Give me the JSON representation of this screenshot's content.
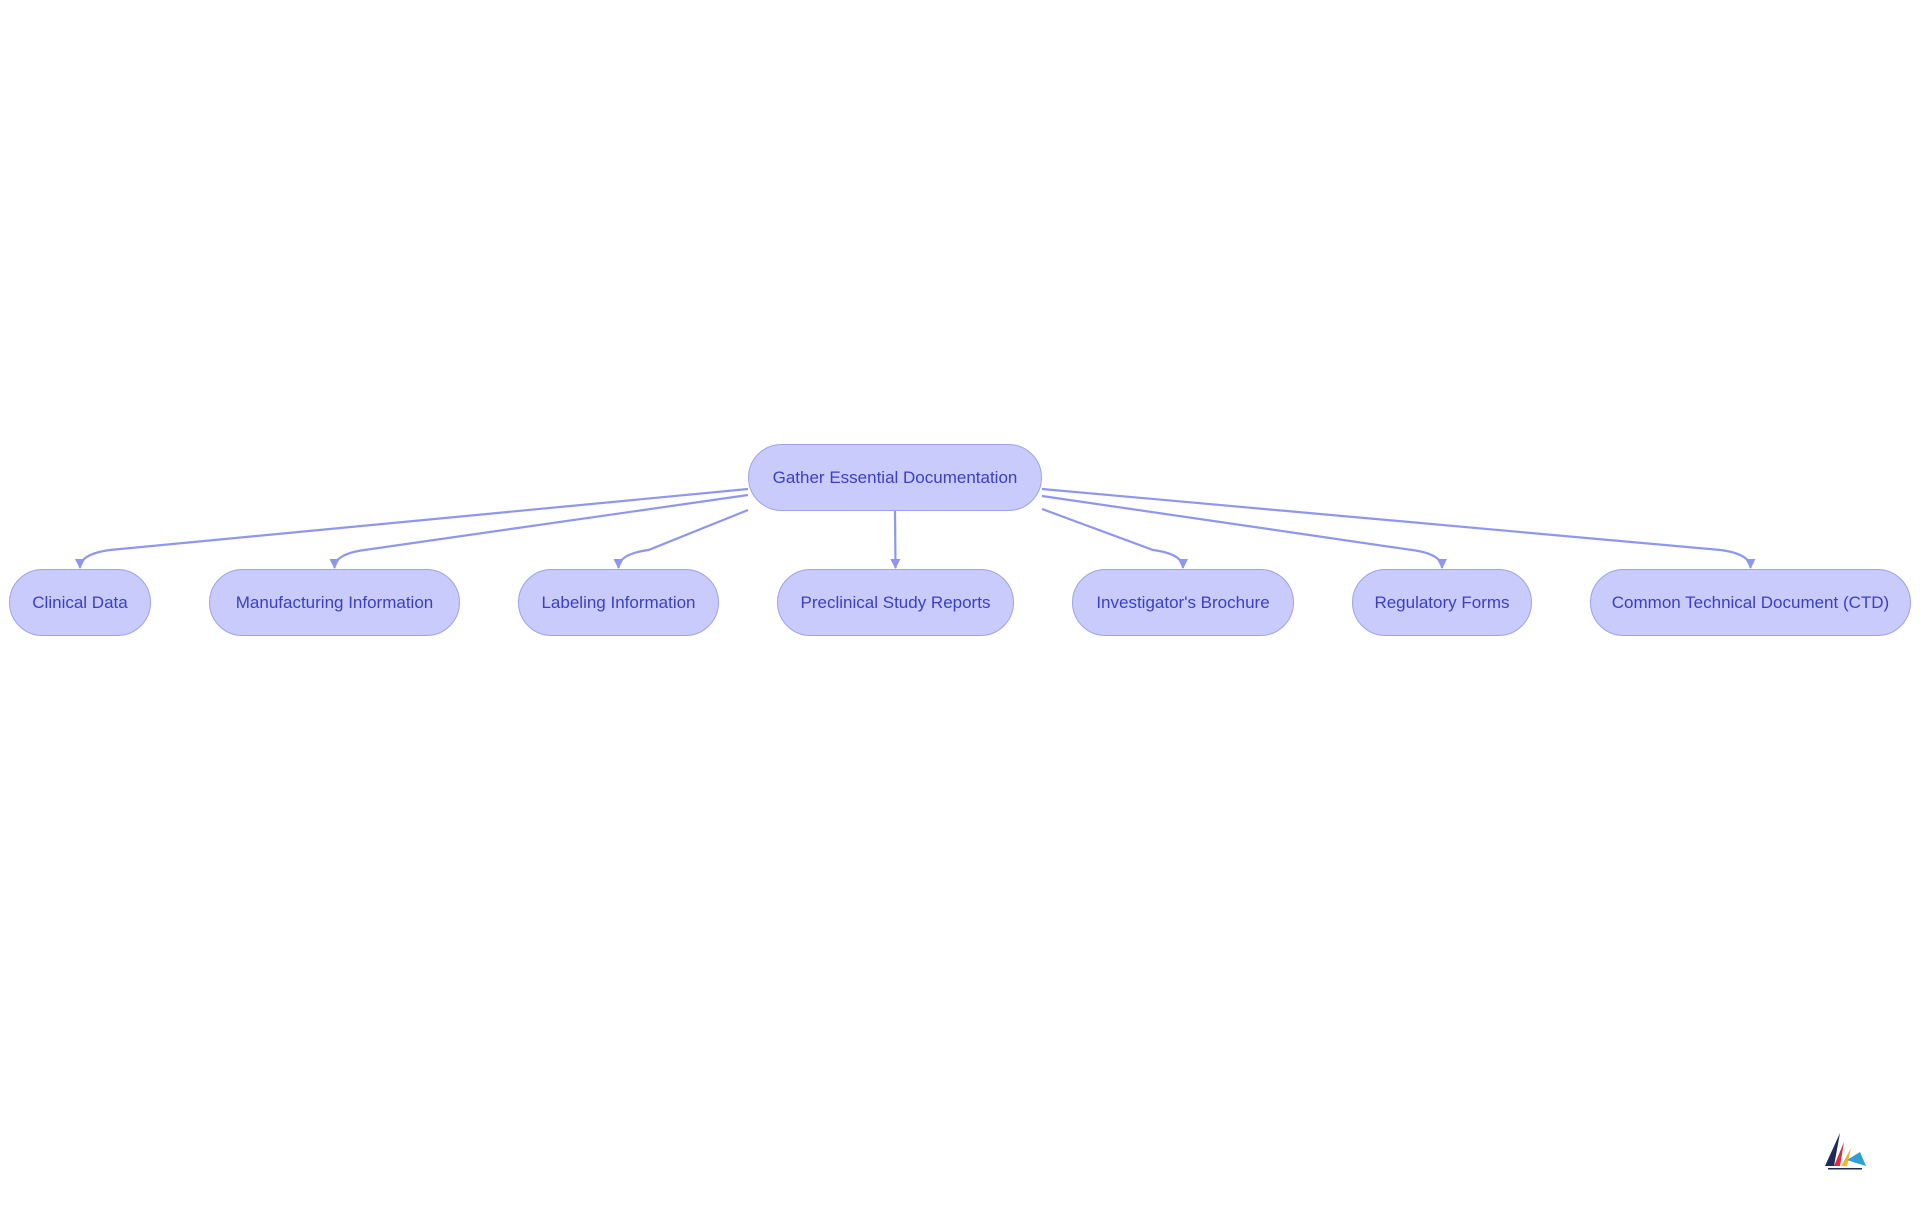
{
  "colors": {
    "node_fill": "#c8cbfb",
    "node_border": "#9da3ea",
    "node_text": "#3b3fc4",
    "edge": "#8f96ee",
    "background": "#ffffff"
  },
  "diagram": {
    "root": {
      "id": "root",
      "label": "Gather Essential Documentation"
    },
    "children": [
      {
        "id": "clinical-data",
        "label": "Clinical Data"
      },
      {
        "id": "manufacturing-information",
        "label": "Manufacturing Information"
      },
      {
        "id": "labeling-information",
        "label": "Labeling Information"
      },
      {
        "id": "preclinical-study-reports",
        "label": "Preclinical Study Reports"
      },
      {
        "id": "investigators-brochure",
        "label": "Investigator's Brochure"
      },
      {
        "id": "regulatory-forms",
        "label": "Regulatory Forms"
      },
      {
        "id": "common-technical-document",
        "label": "Common Technical Document (CTD)"
      }
    ],
    "edges": [
      {
        "from": "root",
        "to": "clinical-data"
      },
      {
        "from": "root",
        "to": "manufacturing-information"
      },
      {
        "from": "root",
        "to": "labeling-information"
      },
      {
        "from": "root",
        "to": "preclinical-study-reports"
      },
      {
        "from": "root",
        "to": "investigators-brochure"
      },
      {
        "from": "root",
        "to": "regulatory-forms"
      },
      {
        "from": "root",
        "to": "common-technical-document"
      }
    ]
  },
  "logo": {
    "icon": "company-logo-icon",
    "colors": [
      "#1e2a5a",
      "#d62f3a",
      "#2f9fd8",
      "#f2b632"
    ]
  }
}
